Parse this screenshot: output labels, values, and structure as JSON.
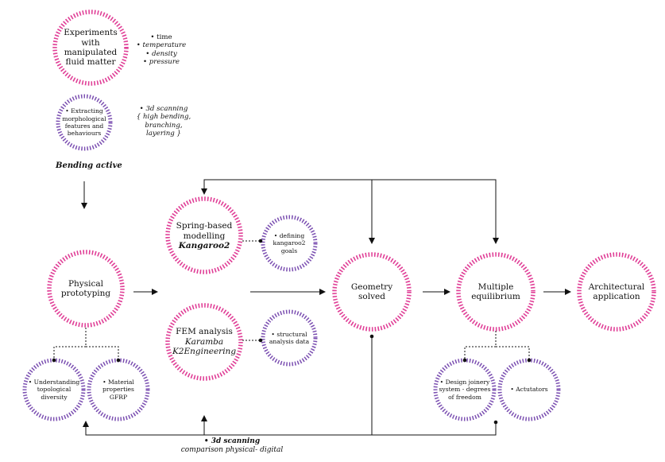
{
  "colors": {
    "pink": "#e03e96",
    "purple": "#7b4fb1",
    "line": "#111111"
  },
  "top": {
    "experiments": {
      "lines": [
        "Experiments with",
        "manipulated",
        "fluid matter"
      ]
    },
    "experiments_note": {
      "lines": [
        "• time",
        "• temperature",
        "• density",
        "• pressure"
      ]
    },
    "extracting": {
      "lines": [
        "• Extracting",
        "morphological",
        "features and",
        "behaviours"
      ]
    },
    "extracting_note": {
      "lines": [
        "• 3d scanning",
        "{ high bending,",
        "branching,",
        "layering }"
      ]
    },
    "bending_active": "Bending active"
  },
  "nodes": {
    "physical": {
      "lines": [
        "Physical",
        "prototyping"
      ]
    },
    "spring": {
      "line1": "Spring-based",
      "line2": "modelling",
      "tool": "Kangaroo2"
    },
    "goals": {
      "lines": [
        "• defining",
        "kangaroo2",
        "goals"
      ]
    },
    "fem": {
      "line1": "FEM analysis",
      "tool1": "Karamba",
      "tool2": "K2Engineering"
    },
    "structural": {
      "lines": [
        "• structural",
        "analysis data"
      ]
    },
    "geometry": {
      "lines": [
        "Geometry",
        "solved"
      ]
    },
    "multiple": {
      "lines": [
        "Multiple",
        "equilibrium"
      ]
    },
    "architectural": {
      "lines": [
        "Architectural",
        "application"
      ]
    },
    "understanding": {
      "lines": [
        "• Understanding",
        "topological",
        "diversity"
      ]
    },
    "material": {
      "lines": [
        "• Material",
        "properties",
        "GFRP"
      ]
    },
    "design": {
      "lines": [
        "• Design joinery",
        "system - degrees",
        "of freedom"
      ]
    },
    "actuators": {
      "lines": [
        "• Actutators"
      ]
    }
  },
  "bottom": {
    "scanning": "• 3d scanning",
    "comparison": "comparison physical- digital"
  }
}
